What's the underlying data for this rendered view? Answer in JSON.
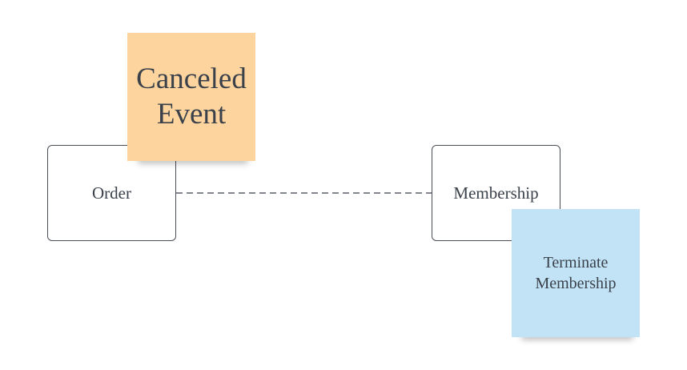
{
  "entities": {
    "order": {
      "label": "Order"
    },
    "membership": {
      "label": "Membership"
    }
  },
  "relationship": {
    "style": "dashed",
    "from": "Order",
    "to": "Membership"
  },
  "stickies": {
    "canceled_event": {
      "text": "Canceled\nEvent",
      "color": "#fdd49e"
    },
    "terminate_membership": {
      "text": "Terminate\nMembership",
      "color": "#c1e3f5"
    }
  },
  "colors": {
    "border": "#4a4f57",
    "text": "#3a414a",
    "connector": "#3a414a"
  }
}
